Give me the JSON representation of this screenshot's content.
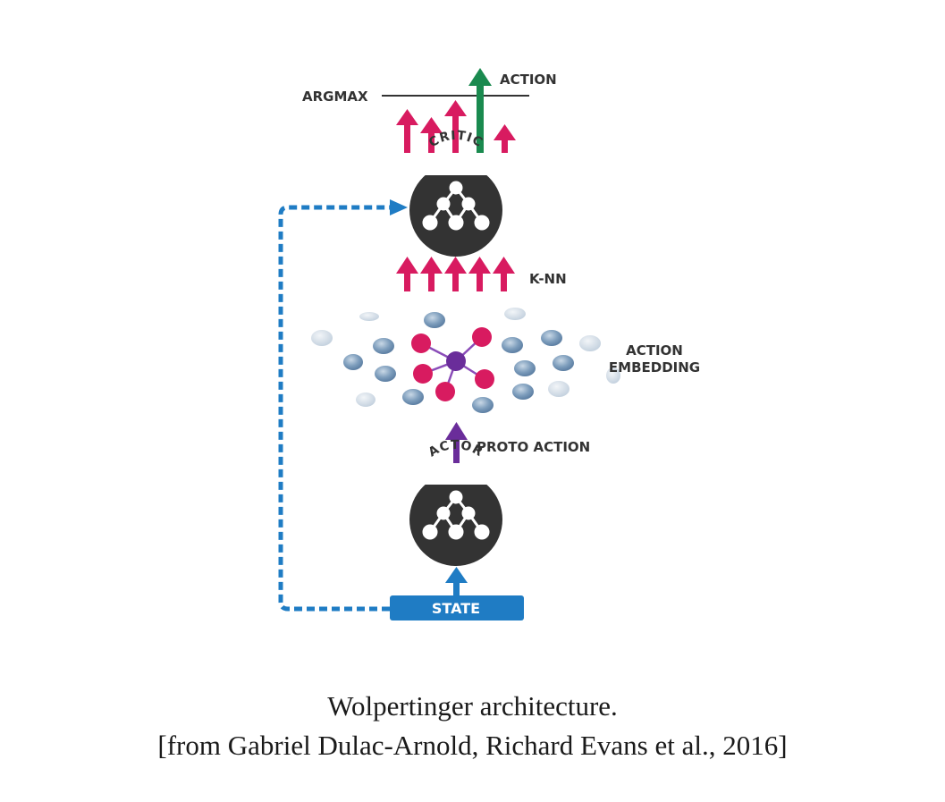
{
  "diagram": {
    "argmax_label": "ARGMAX",
    "action_label": "ACTION",
    "critic_label": "CRITIC",
    "knn_label": "K-NN",
    "embedding_label_line1": "ACTION",
    "embedding_label_line2": "EMBEDDING",
    "proto_action_label": "PROTO ACTION",
    "actor_label": "ACTOR",
    "state_label": "STATE"
  },
  "colors": {
    "pink": "#d81b60",
    "green": "#1a8a4f",
    "purple": "#6a2d9a",
    "blue": "#1f7cc4",
    "node_dark": "#333333",
    "embedding_gray_blue": "#6f93b5"
  },
  "caption": {
    "line1": "Wolpertinger architecture.",
    "line2": "[from Gabriel Dulac-Arnold, Richard Evans et al., 2016]"
  }
}
